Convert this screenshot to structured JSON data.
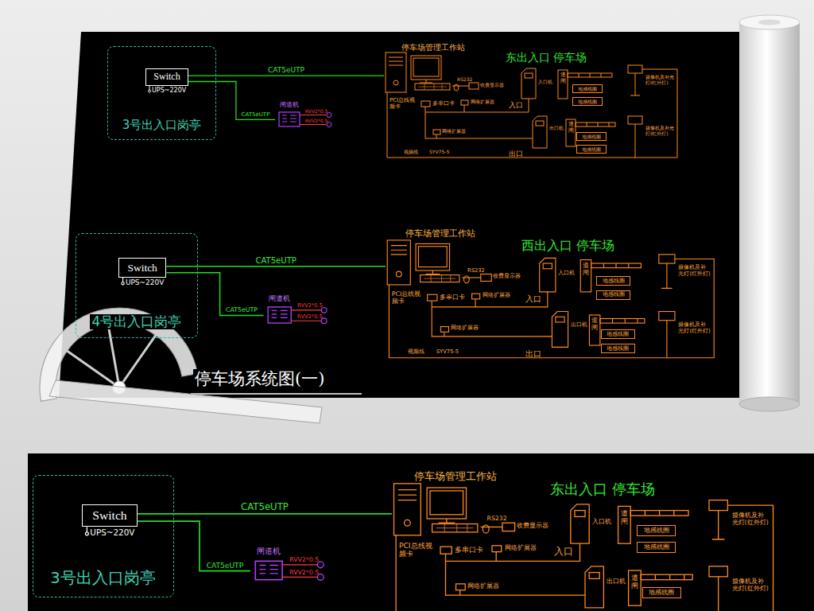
{
  "diagram": {
    "title": "停车场系统图(一)",
    "nodes": [
      {
        "text": [
          "3号出入口岗亭"
        ]
      },
      {
        "text": [
          "Switch"
        ],
        "in": 0
      },
      {
        "text": [
          "停车场管理工作站"
        ]
      },
      {
        "text": [
          "闸道机"
        ]
      },
      {
        "text": [
          "地感线圈"
        ]
      },
      {
        "text": [
          "地感线圈"
        ]
      },
      {
        "text": [
          "地感线圈"
        ]
      },
      {
        "text": [
          "地感线圈"
        ]
      },
      {
        "text": [
          "4号出入口岗亭"
        ]
      },
      {
        "text": [
          "Switch"
        ],
        "in": 8
      },
      {
        "text": [
          "停车场管理工作站"
        ]
      },
      {
        "text": [
          "闸道机"
        ]
      },
      {
        "text": [
          "地感线圈"
        ]
      },
      {
        "text": [
          "地感线圈"
        ]
      },
      {
        "text": [
          "地感线圈"
        ]
      },
      {
        "text": [
          "地感线圈"
        ]
      },
      {
        "text": [
          "3号出入口岗亭"
        ]
      },
      {
        "text": [
          "Switch"
        ],
        "in": 16
      },
      {
        "text": [
          "停车场管理工作站"
        ]
      },
      {
        "text": [
          "闸道机"
        ]
      },
      {
        "text": [
          "地感线圈"
        ]
      },
      {
        "text": [
          "地感线圈"
        ]
      },
      {
        "text": [
          "地感线圈"
        ]
      }
    ],
    "edges": [
      {
        "from": 1,
        "to": 2,
        "label": "CAT5eUTP",
        "arrow": "none"
      },
      {
        "from": 1,
        "to": 3,
        "label": "CAT5eUTP",
        "arrow": "none"
      },
      {
        "from": 9,
        "to": 10,
        "label": "CAT5eUTP",
        "arrow": "none"
      },
      {
        "from": 9,
        "to": 11,
        "label": "CAT5eUTP",
        "arrow": "none"
      },
      {
        "from": 17,
        "to": 18,
        "label": "CAT5eUTP",
        "arrow": "none"
      },
      {
        "from": 17,
        "to": 19,
        "label": "CAT5eUTP",
        "arrow": "none"
      }
    ],
    "labels": [
      "UPS~220V",
      "RVV2*0.5",
      "RVV2*0.5",
      "东出入口 停车场",
      "RS232",
      "收费显示器",
      "PCI总线视频卡",
      "多串口卡",
      "网络扩展器",
      "入口机",
      "道闸",
      "入口",
      "摄像机及补光灯(红外灯)",
      "网络扩展器",
      "出口机",
      "道闸",
      "摄像机及补光灯(红外灯)",
      "出口",
      "视频线",
      "SYV75-5",
      "UPS~220V",
      "RVV2*0.5",
      "RVV2*0.5",
      "西出入口 停车场",
      "RS232",
      "收费显示器",
      "PCI总线视频卡",
      "多串口卡",
      "网络扩展器",
      "入口机",
      "道闸",
      "入口",
      "摄像机及补光灯(红外灯)",
      "网络扩展器",
      "出口机",
      "道闸",
      "摄像机及补光灯(红外灯)",
      "出口",
      "视频线",
      "SYV75-5",
      "UPS~220V",
      "RVV2*0.5",
      "RVV2*0.5",
      "东出入口 停车场",
      "RS232",
      "收费显示器",
      "PCI总线视频卡",
      "多串口卡",
      "网络扩展器",
      "入口机",
      "道闸",
      "入口",
      "摄像机及补光灯(红外灯)",
      "网络扩展器",
      "出口机",
      "道闸",
      "摄像机及补光灯(红外灯)"
    ]
  }
}
